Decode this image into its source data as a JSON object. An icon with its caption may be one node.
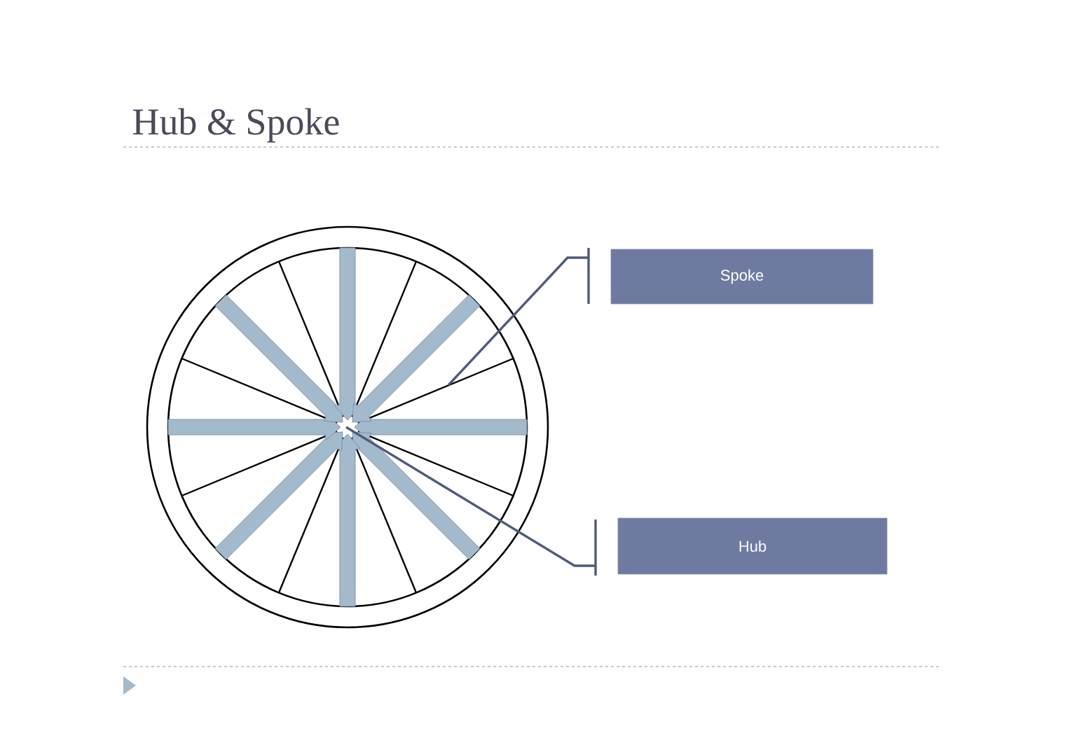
{
  "diagram": {
    "title": "Hub & Spoke",
    "nodes": [
      {
        "text": [
          "Spoke"
        ]
      },
      {
        "text": [
          "Hub"
        ]
      }
    ],
    "edges": [
      {
        "from": 0,
        "to": null,
        "arrow": "none"
      },
      {
        "from": 1,
        "to": null,
        "arrow": "none"
      }
    ]
  }
}
